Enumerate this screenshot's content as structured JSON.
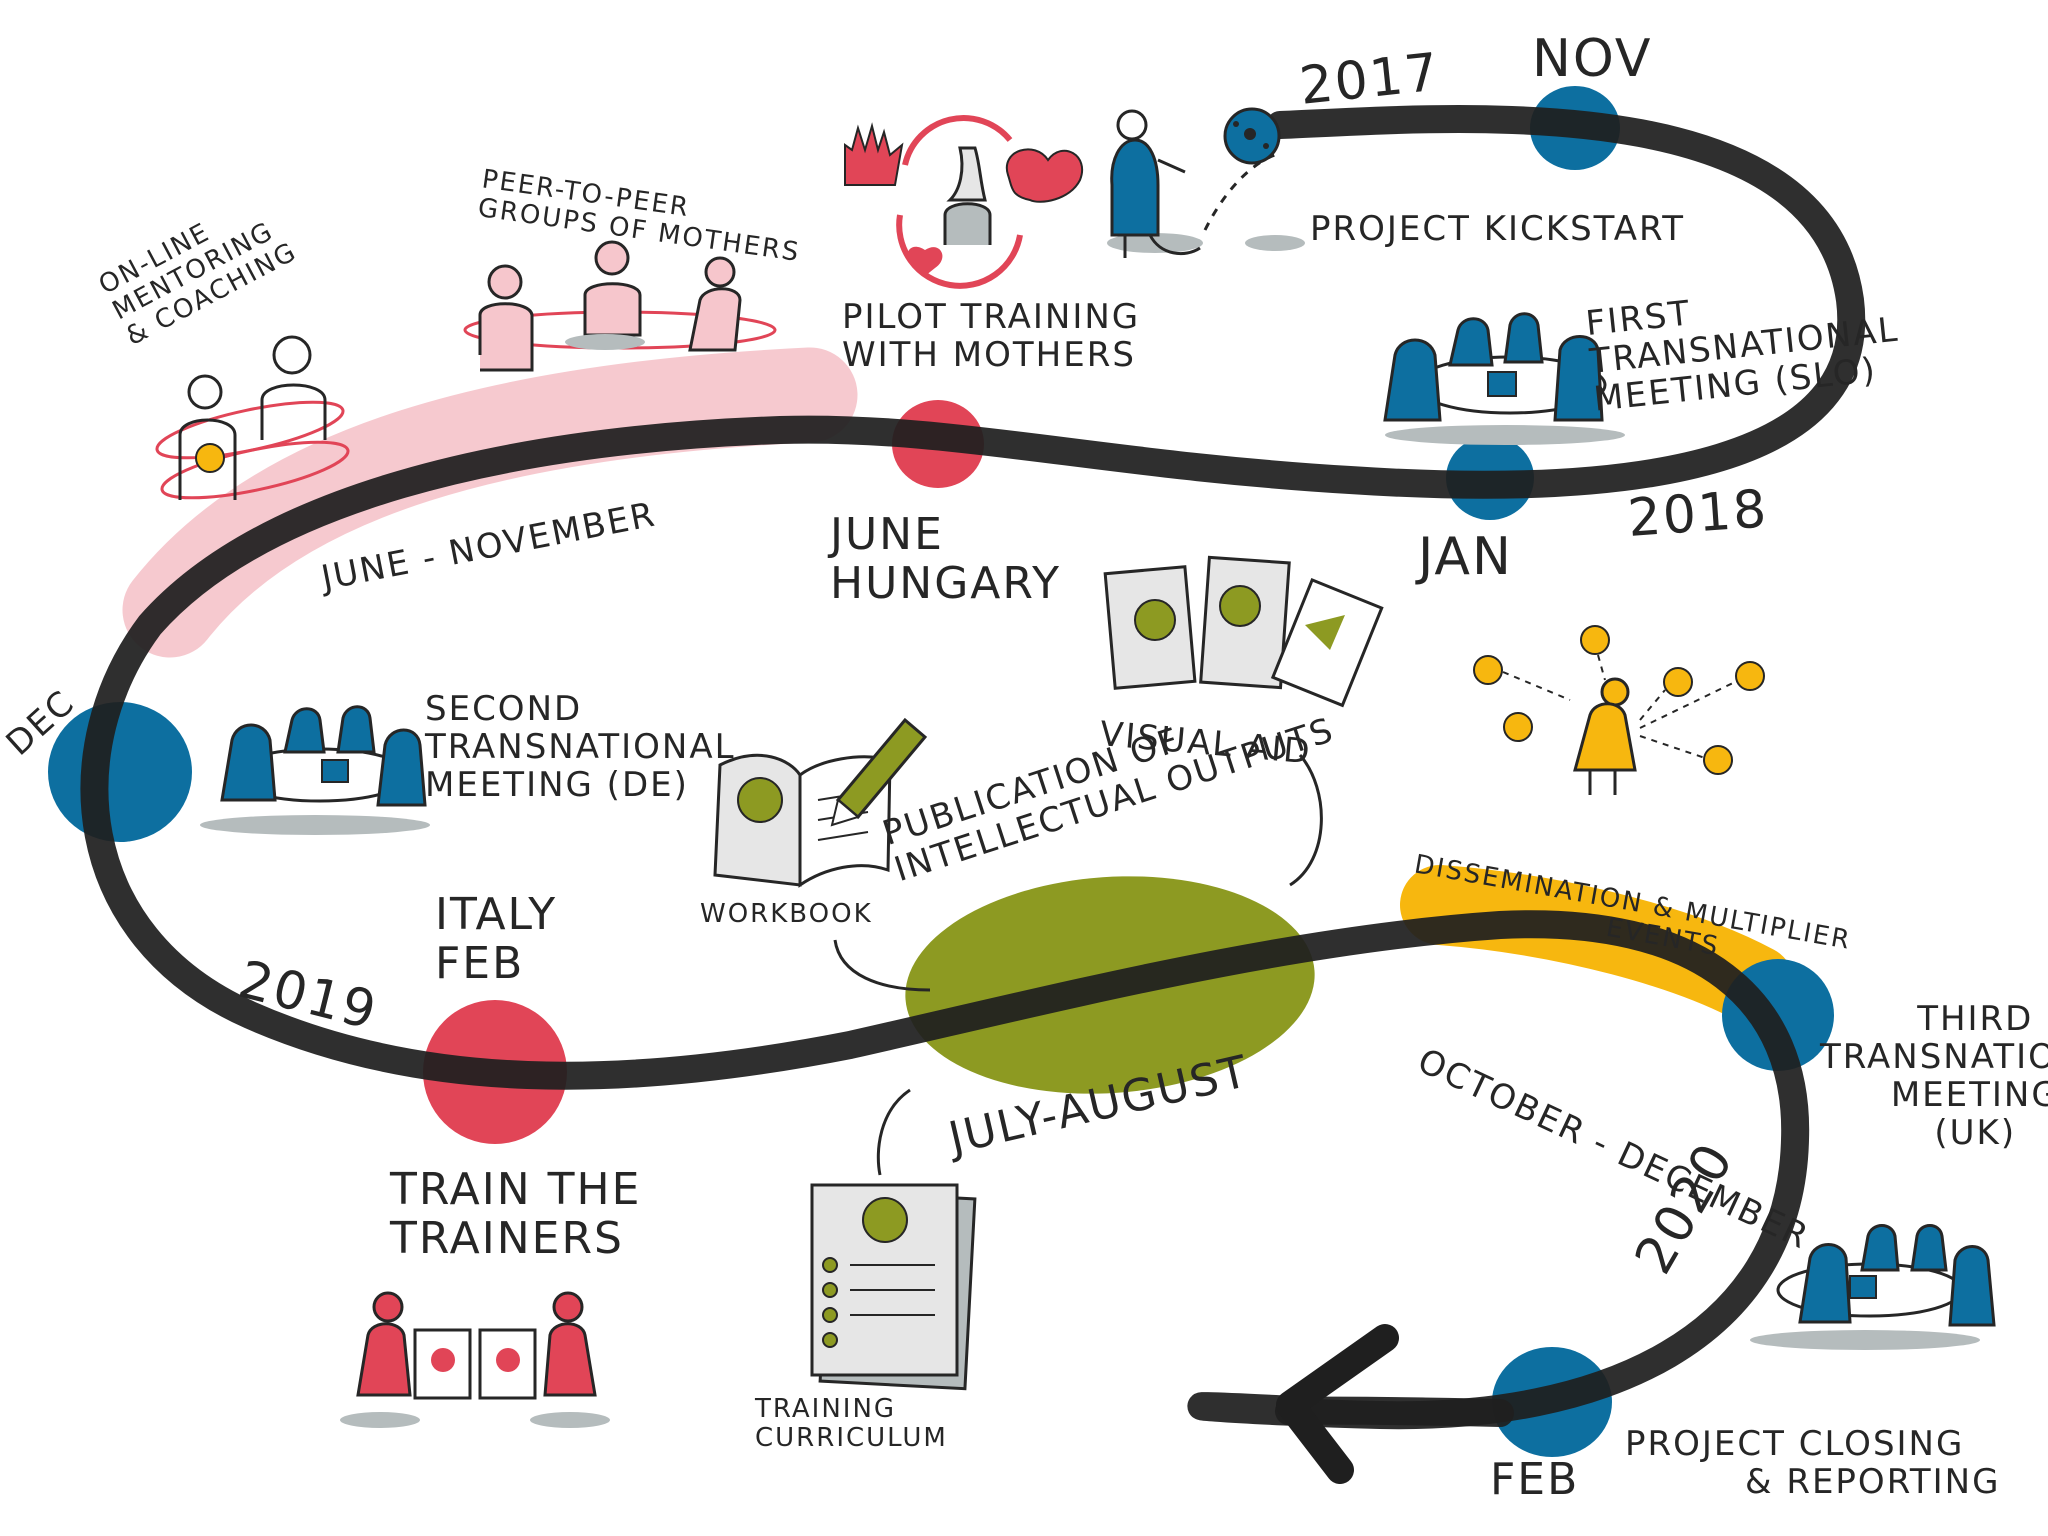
{
  "years": {
    "y2017": "2017",
    "y2018": "2018",
    "y2019": "2019",
    "y2020": "2020"
  },
  "months": {
    "nov": "NOV",
    "jan": "JAN",
    "dec": "DEC",
    "feb": "FEB"
  },
  "milestones": {
    "kickstart": "PROJECT KICKSTART",
    "first_meeting": [
      "FIRST",
      "TRANSNATIONAL",
      "MEETING (SLO)"
    ],
    "pilot": [
      "PILOT TRAINING",
      "WITH MOTHERS"
    ],
    "june_hungary": [
      "JUNE",
      "HUNGARY"
    ],
    "june_november": "JUNE - NOVEMBER",
    "peer_groups": [
      "PEER-TO-PEER",
      "GROUPS OF MOTHERS"
    ],
    "mentoring": [
      "ON-LINE",
      "MENTORING",
      "& COACHING"
    ],
    "second_meeting": [
      "SECOND",
      "TRANSNATIONAL",
      "MEETING (DE)"
    ],
    "italy_feb": [
      "ITALY",
      "FEB"
    ],
    "train_trainers": [
      "TRAIN THE",
      "TRAINERS"
    ],
    "workbook": "WORKBOOK",
    "visual_aid": "VISUAL AID",
    "publication": [
      "PUBLICATION OF",
      "INTELLECTUAL OUTPUTS"
    ],
    "july_august": "JULY-AUGUST",
    "training_curriculum": [
      "TRAINING",
      "CURRICULUM"
    ],
    "dissemination": [
      "DISSEMINATION & MULTIPLIER",
      "EVENTS"
    ],
    "october_december": "OCTOBER - DECEMBER",
    "third_meeting": [
      "THIRD",
      "TRANSNATIONAL",
      "MEETING",
      "(UK)"
    ],
    "closing": [
      "PROJECT CLOSING",
      "& REPORTING"
    ]
  },
  "colors": {
    "path": "#1f1f1f",
    "blue": "#0d6fa0",
    "red": "#e14557",
    "pink": "#f6c6cc",
    "olive": "#8d9a22",
    "yellow": "#f7b70f",
    "grey": "#b5bcbd"
  },
  "icons": [
    "ball-icon",
    "hand-icon",
    "heart-icon",
    "meeting-table-icon",
    "document-icon",
    "pencil-icon",
    "person-icon"
  ]
}
